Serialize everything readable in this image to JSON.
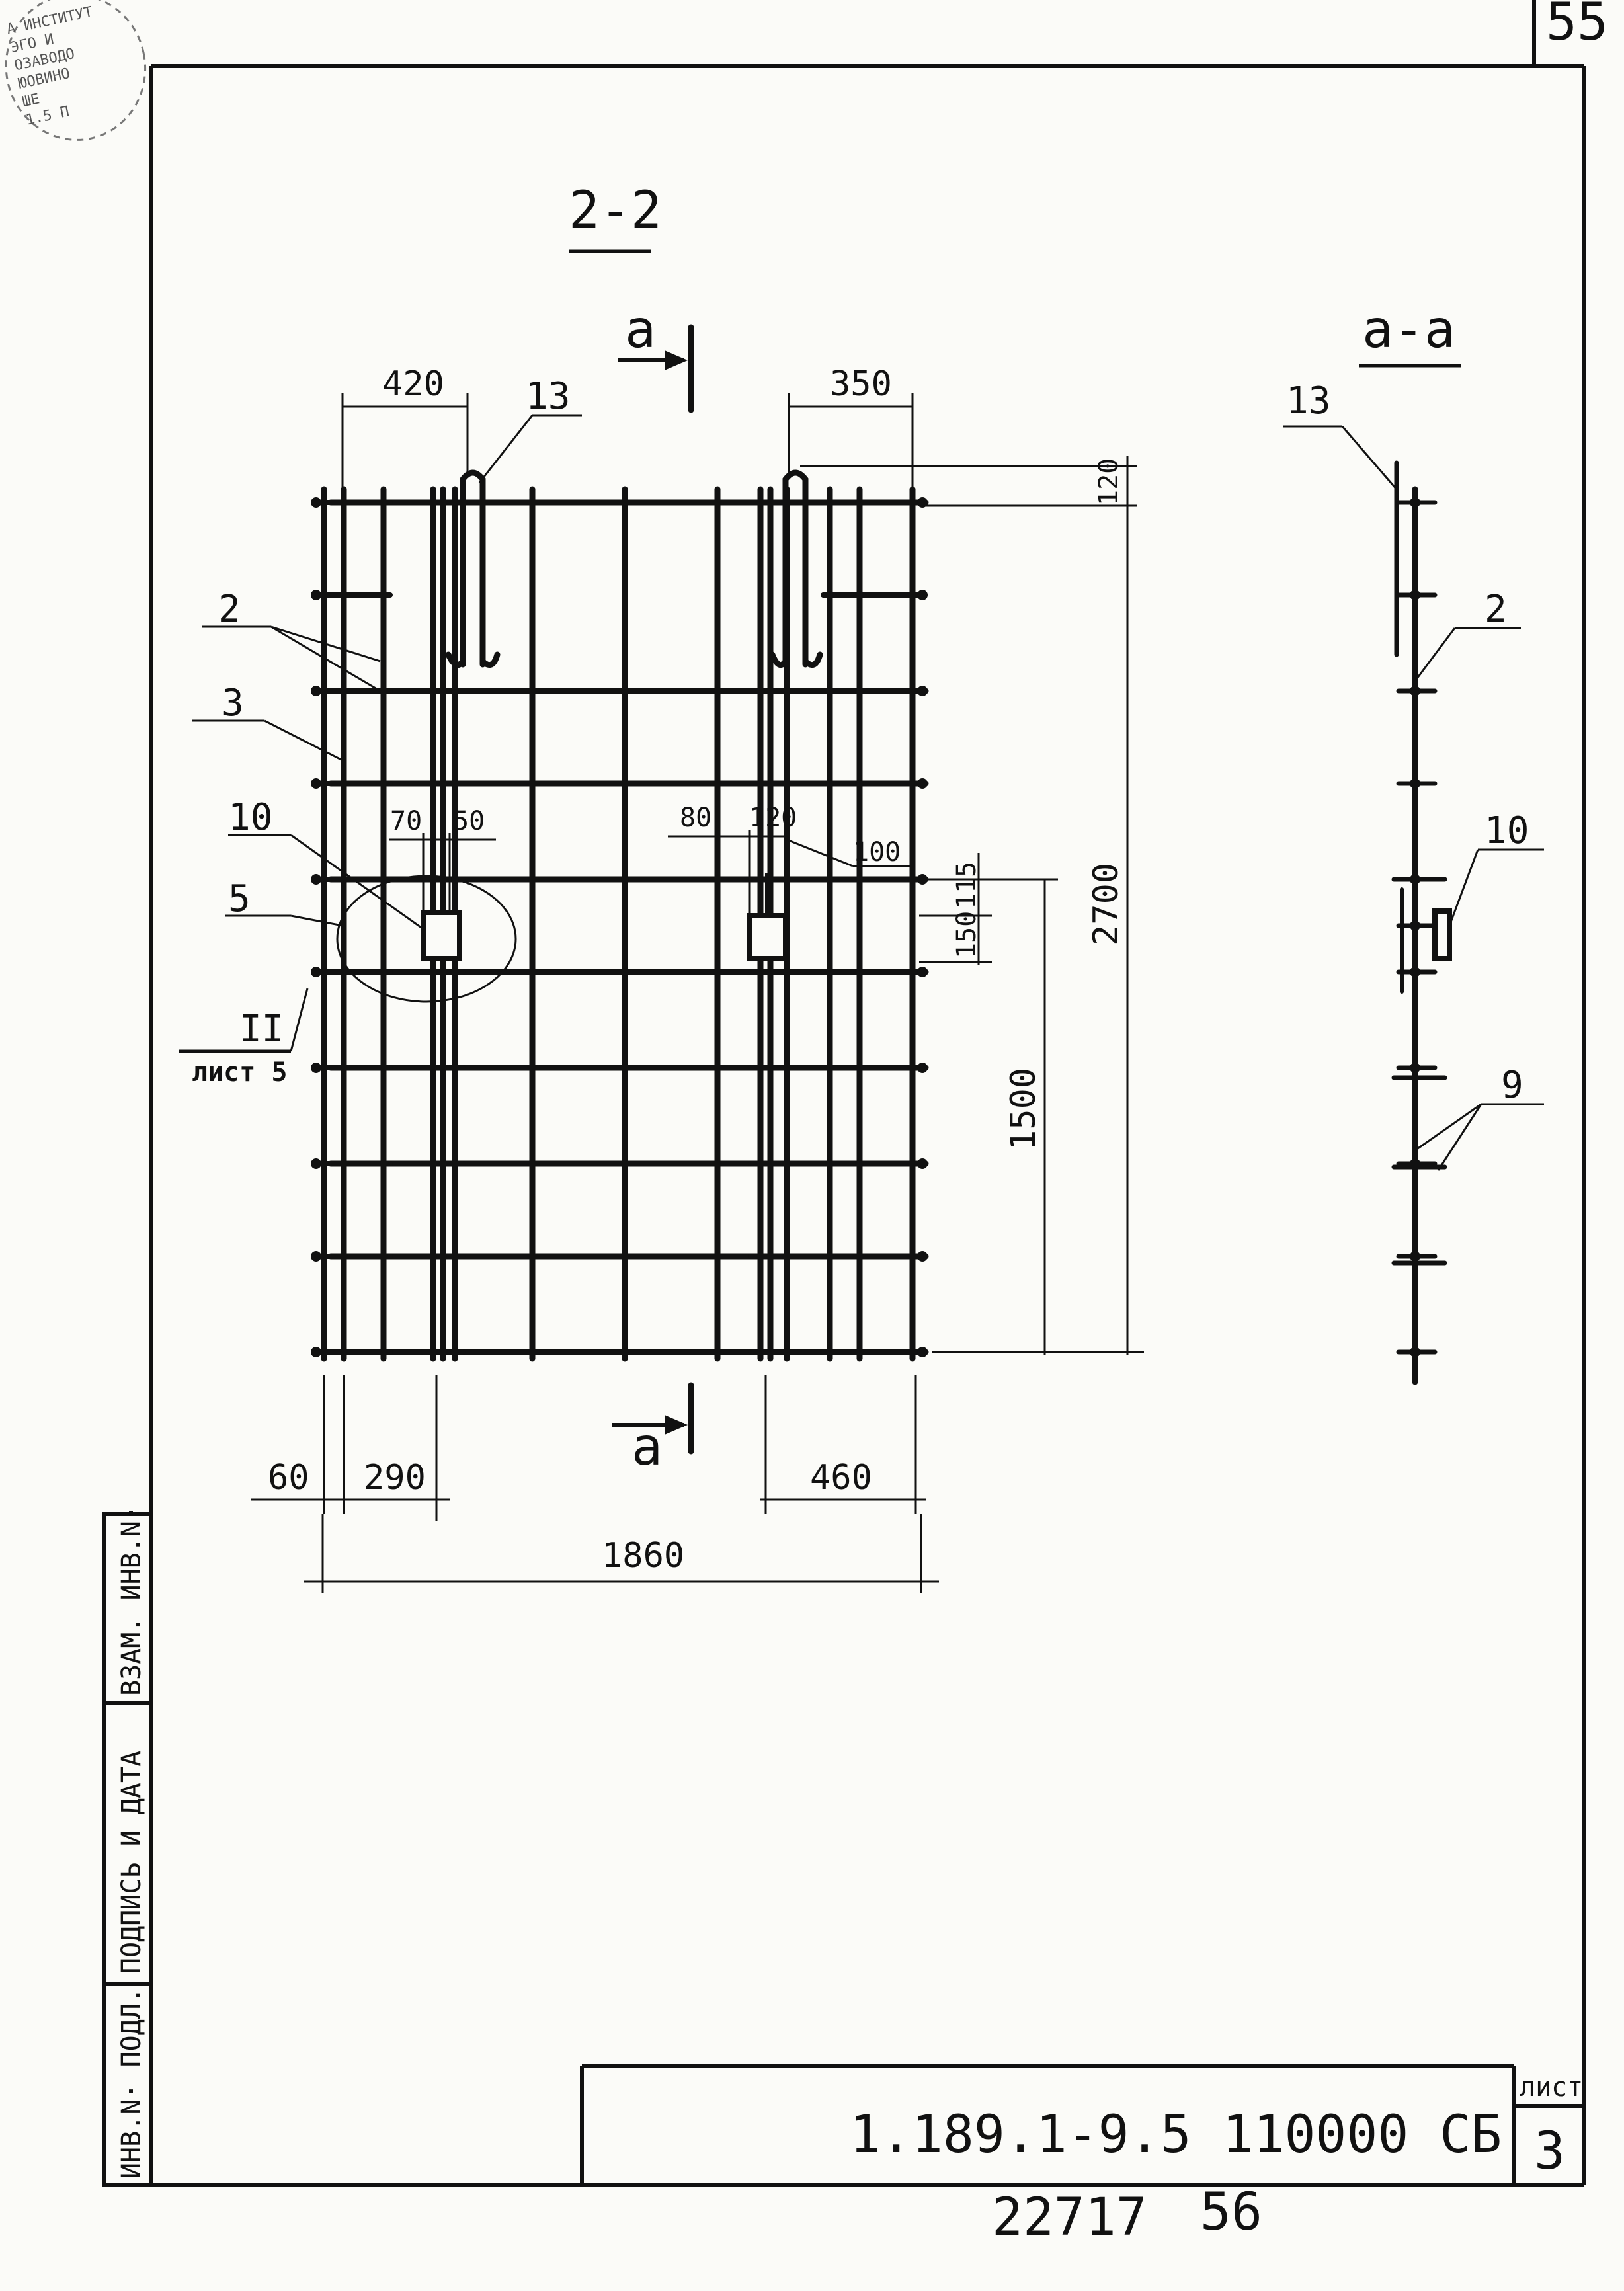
{
  "stamp": [
    "А ИНСТИТУТ",
    "ЭГО И",
    "ОЗАВОДО",
    "ЮОВИНО",
    "ШЕ",
    "1.5 П"
  ],
  "page_number": "55",
  "section_title": "2-2",
  "section_aa_title": "а-а",
  "cut_marker": "а",
  "dimensions": {
    "top_left": "420",
    "top_right": "350",
    "top_offset": "120",
    "height_total": "2700",
    "height_lower": "1500",
    "plate_gap_a": "115",
    "plate_gap_b": "150",
    "plate_a_left": "70",
    "plate_a_right": "50",
    "plate_b_left": "80",
    "plate_b_right": "120",
    "bottom_edge": "60",
    "bottom_left": "290",
    "bottom_right": "460",
    "bottom_total": "1860"
  },
  "positions": {
    "p13": "13",
    "p2": "2",
    "p3": "3",
    "p10": "10",
    "p5": "5",
    "p100": "100",
    "p9": "9"
  },
  "detail_ref": {
    "number": "II",
    "sheet": "лист 5"
  },
  "sidebar": {
    "inv_orig": "ИНВ.N· ПОДЛ.",
    "sign_date": "ПОДПИСЬ И ДАТА",
    "inv_repl": "ВЗАМ. ИНВ.N·"
  },
  "title_block": {
    "doc_code": "1.189.1-9.5   110000 СБ",
    "sheet_label": "лист",
    "sheet_number": "3"
  },
  "footer": {
    "number_left": "22717",
    "number_right": "56"
  }
}
